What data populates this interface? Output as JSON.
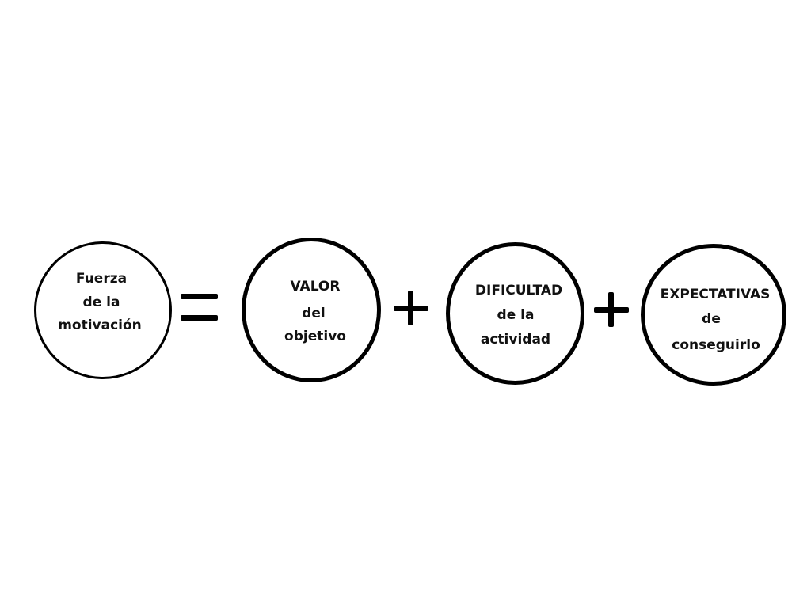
{
  "terms": [
    {
      "lines": [
        "Fuerza",
        "de la",
        "motivación"
      ]
    },
    {
      "lines": [
        "VALOR",
        "del",
        "objetivo"
      ]
    },
    {
      "lines": [
        "DIFICULTAD",
        "de la",
        "actividad"
      ]
    },
    {
      "lines": [
        "EXPECTATIVAS",
        "de",
        "conseguirlo"
      ]
    }
  ],
  "operators": [
    "=",
    "+",
    "+"
  ],
  "colors": {
    "stroke": "#000000",
    "background": "#ffffff"
  }
}
